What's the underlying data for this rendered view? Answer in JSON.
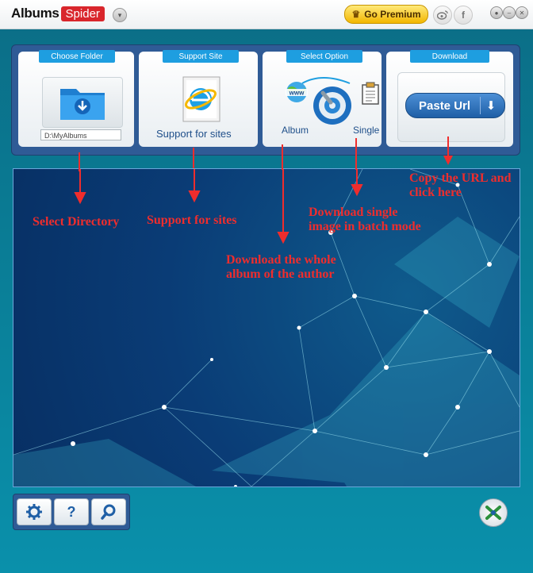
{
  "title": {
    "logo_part1": "Albums",
    "logo_part2": "Spider",
    "premium_label": "Go Premium"
  },
  "toolbar": {
    "choose_folder": {
      "tab": "Choose Folder",
      "path": "D:\\MyAlbums"
    },
    "support_site": {
      "tab": "Support Site",
      "label": "Support for sites"
    },
    "select_option": {
      "tab": "Select Option",
      "left_label": "Album",
      "right_label": "Single",
      "globe_text": "www"
    },
    "download": {
      "tab": "Download",
      "button_label": "Paste Url"
    }
  },
  "annotations": {
    "select_directory": "Select Directory",
    "support_for_sites": "Support for sites",
    "download_whole_line1": "Download the whole",
    "download_whole_line2": "album of the author",
    "download_single_line1": "Download single",
    "download_single_line2": "image in batch mode",
    "copy_url_line1": "Copy the URL and",
    "copy_url_line2": "click here"
  },
  "bottom": {
    "help_glyph": "?"
  },
  "colors": {
    "accent": "#1e9ee0",
    "annotation": "#ef2d2d",
    "panel": "#2f5b96",
    "premium": "#f2b600",
    "logo_red": "#d9262c"
  },
  "icons": [
    "folder-download-icon",
    "internet-explorer-icon",
    "globe-icon",
    "clipboard-icon",
    "dial-icon",
    "download-arrow-icon",
    "gear-icon",
    "help-icon",
    "search-icon",
    "weibo-icon",
    "facebook-icon",
    "close-icon",
    "minimize-icon",
    "settings-icon",
    "crown-icon",
    "app-corner-icon"
  ]
}
